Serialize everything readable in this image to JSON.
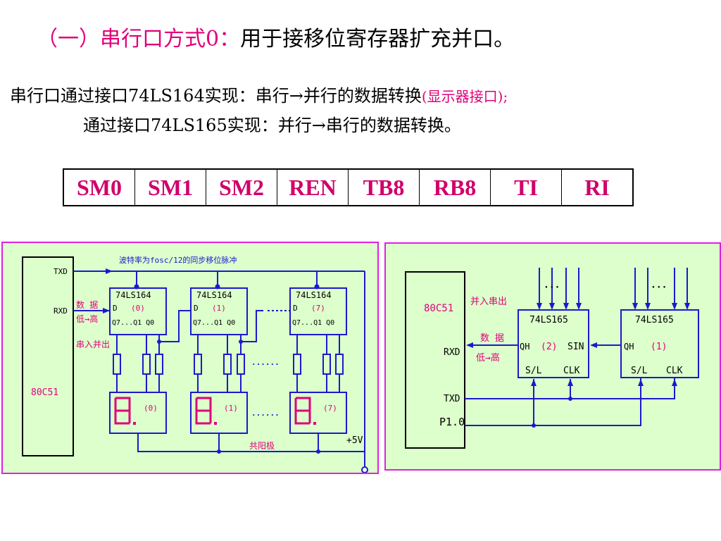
{
  "title": {
    "prefix": "（一）串行口方式0：",
    "rest": "用于接移位寄存器扩充并口。"
  },
  "line1": {
    "text": "串行口通过接口74LS164实现：串行→并行的数据转换",
    "note": "(显示器接口);"
  },
  "line2": {
    "text": "通过接口74LS165实现：并行→串行的数据转换。"
  },
  "register": [
    "SM0",
    "SM1",
    "SM2",
    "REN",
    "TB8",
    "RB8",
    "TI",
    "RI"
  ],
  "left_panel": {
    "mcu": "80C51",
    "txd": "TXD",
    "rxd": "RXD",
    "clock_note": "波特率为fosc/12的同步移位脉冲",
    "data_label": "数 据",
    "direction": "低→高",
    "mode": "串入并出",
    "chip": "74LS164",
    "pin_d": "D",
    "pins_q": "Q7...Q1 Q0",
    "chips": [
      "(0)",
      "(1)",
      "(7)"
    ],
    "displays": [
      "(0)",
      "(1)",
      "(7)"
    ],
    "dots": "······",
    "common_anode": "共阳极",
    "vcc": "+5V"
  },
  "right_panel": {
    "mcu": "80C51",
    "mode": "并入串出",
    "rxd": "RXD",
    "txd": "TXD",
    "port": "P1.0",
    "data_label": "数 据",
    "direction": "低→高",
    "chip": "74LS165",
    "chips": [
      "(2)",
      "(1)"
    ],
    "qh": "QH",
    "sin": "SIN",
    "sl": "S/L",
    "clk": "CLK",
    "dots": "···"
  }
}
